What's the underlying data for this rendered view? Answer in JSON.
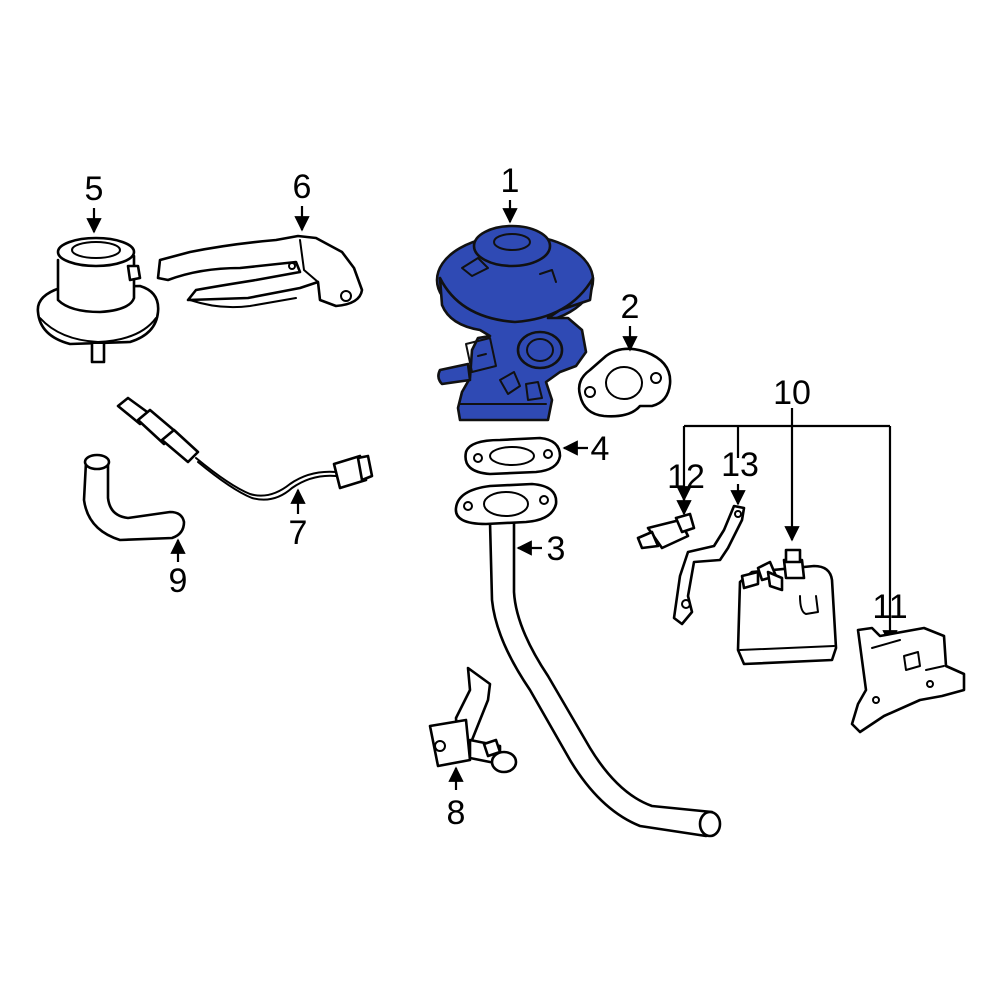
{
  "diagram": {
    "highlight_color": "#2f4ab4",
    "callouts": {
      "c1": "1",
      "c2": "2",
      "c3": "3",
      "c4": "4",
      "c5": "5",
      "c6": "6",
      "c7": "7",
      "c8": "8",
      "c9": "9",
      "c10": "10",
      "c11": "11",
      "c12": "12",
      "c13": "13"
    }
  }
}
